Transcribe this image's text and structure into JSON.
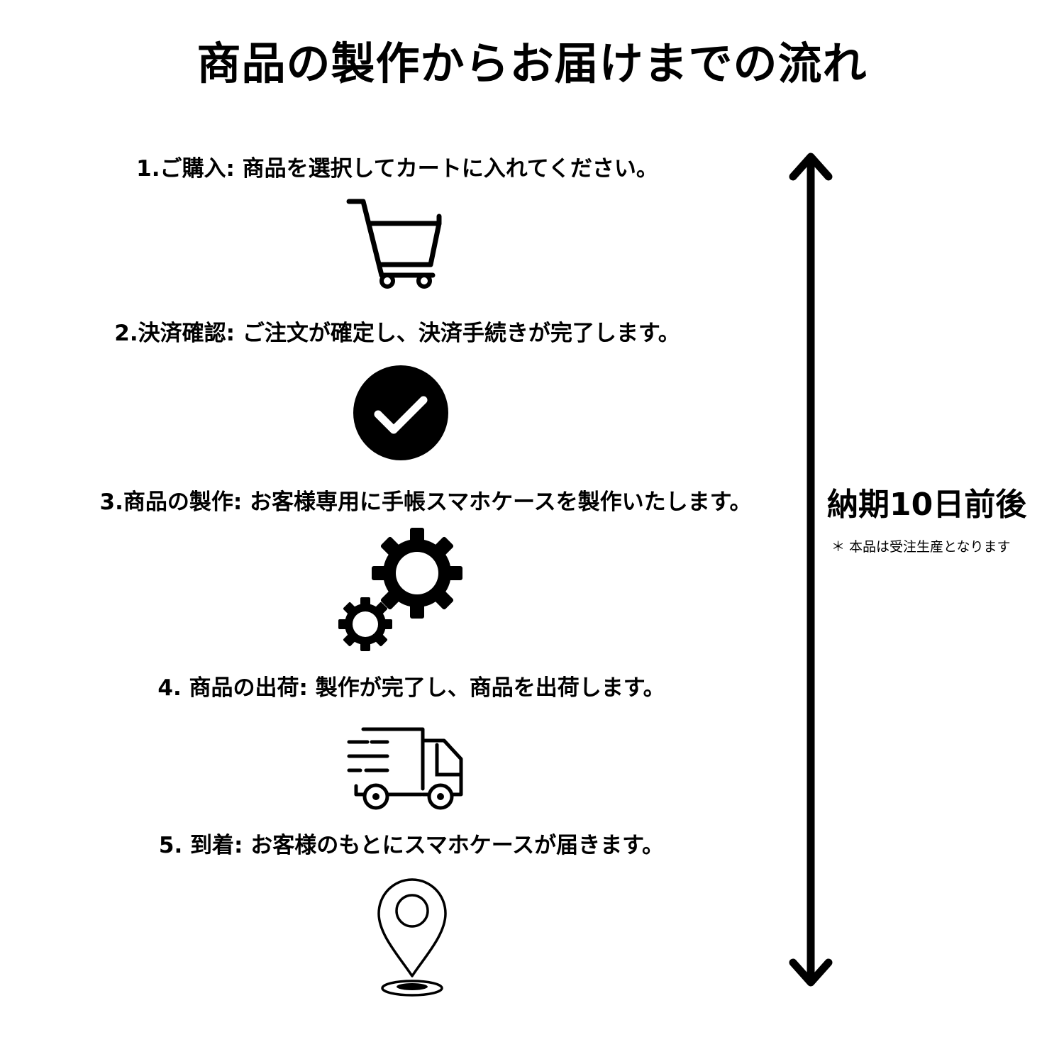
{
  "title": "商品の製作からお届けまでの流れ",
  "steps": [
    {
      "label": "1.ご購入: 商品を選択してカートに入れてください。",
      "icon": "shopping-cart-icon"
    },
    {
      "label": "2.決済確認: ご注文が確定し、決済手続きが完了します。",
      "icon": "check-circle-icon"
    },
    {
      "label": "3.商品の製作: お客様専用に手帳スマホケースを製作いたします。",
      "icon": "gears-icon"
    },
    {
      "label": "4. 商品の出荷: 製作が完了し、商品を出荷します。",
      "icon": "delivery-truck-icon"
    },
    {
      "label": "5. 到着: お客様のもとにスマホケースが届きます。",
      "icon": "location-pin-icon"
    }
  ],
  "lead_time": {
    "label": "納期10日前後",
    "note": "＊ 本品は受注生産となります"
  },
  "colors": {
    "foreground": "#000000",
    "background": "#ffffff"
  }
}
